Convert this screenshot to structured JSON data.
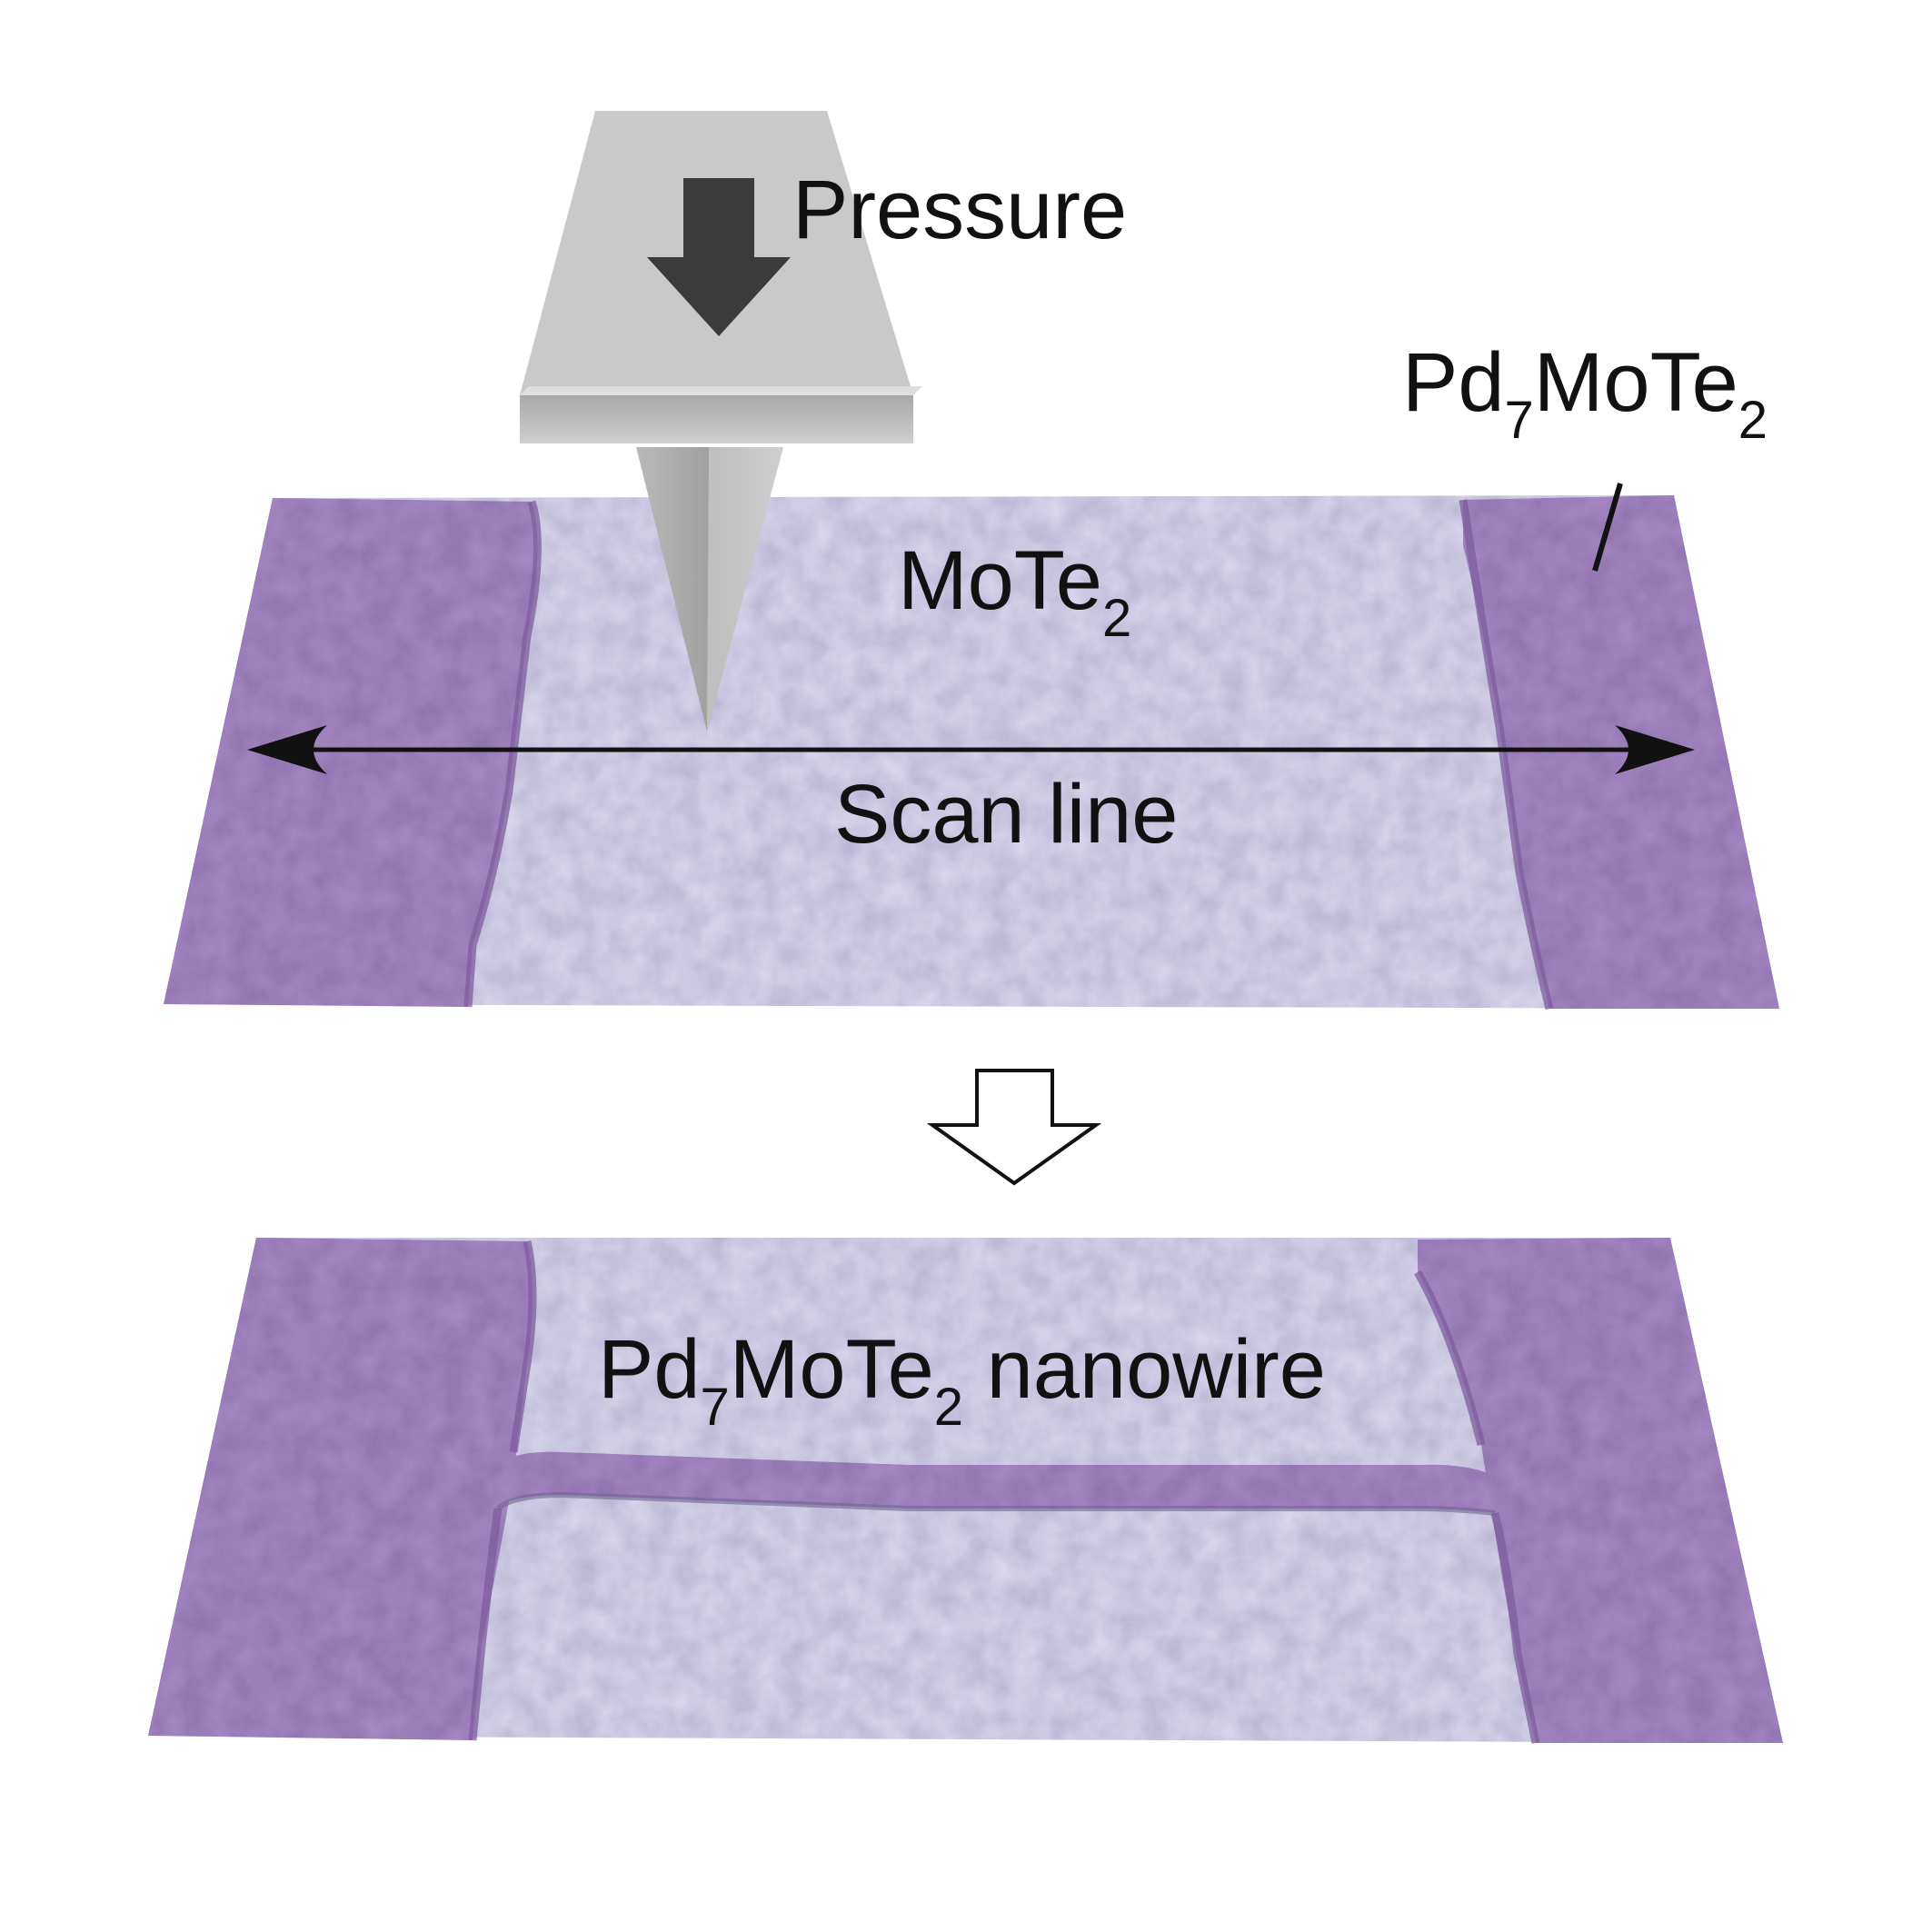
{
  "labels": {
    "pressure": "Pressure",
    "mote2": {
      "main": "MoTe",
      "sub": "2"
    },
    "pd7mote2": {
      "part1": "Pd",
      "sub1": "7",
      "part2": "MoTe",
      "sub2": "2"
    },
    "scan_line": "Scan line",
    "nanowire": {
      "part1": "Pd",
      "sub1": "7",
      "part2": "MoTe",
      "sub2": "2",
      "part3": " nanowire"
    }
  },
  "colors": {
    "pd7mote2_region": "#a98bc6",
    "pd7mote2_edge": "#7d5c9e",
    "mote2_region": "#dcdaf0",
    "tip_body": "#c5c5c5",
    "tip_face": "#a9a9a9",
    "pressure_arrow": "#3b3b3b",
    "scan_arrow": "#111111"
  }
}
